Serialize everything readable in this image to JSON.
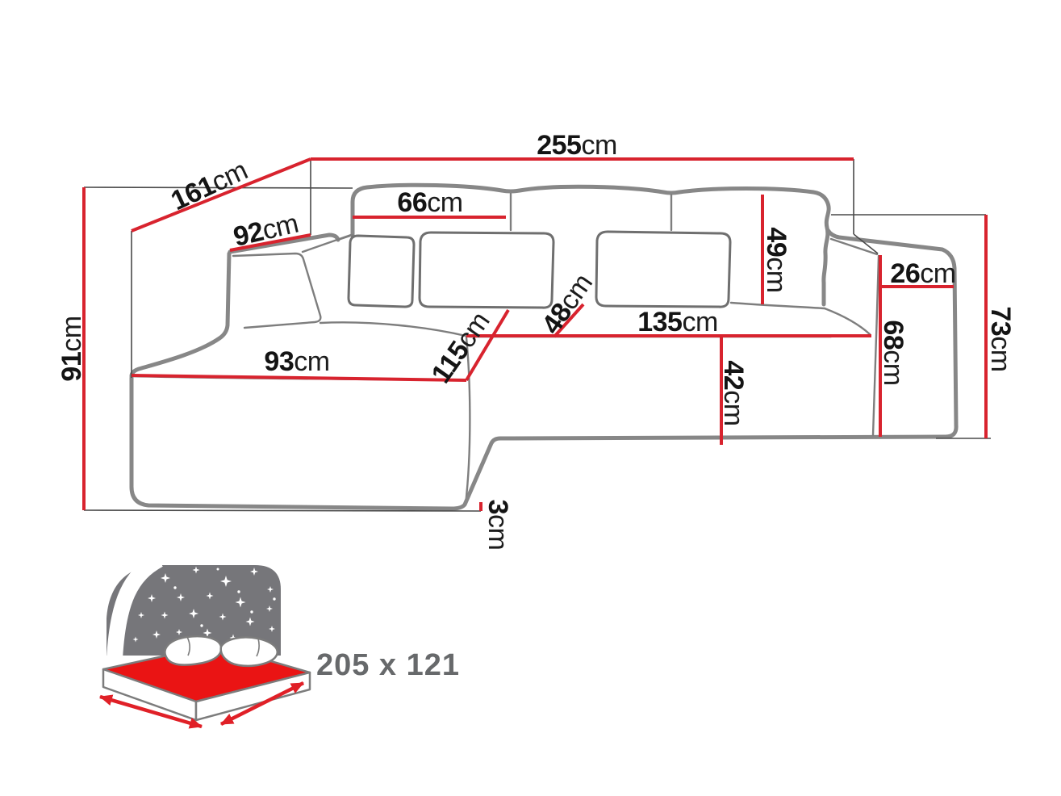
{
  "diagram": {
    "type": "furniture-dimension-diagram",
    "subject": "corner sofa with sleeping function",
    "unit": "cm",
    "dims": {
      "total_width": {
        "num": "255",
        "unit": "cm"
      },
      "total_depth": {
        "num": "161",
        "unit": "cm"
      },
      "total_height": {
        "num": "91",
        "unit": "cm"
      },
      "left_armrest_width": {
        "num": "92",
        "unit": "cm"
      },
      "back_cushion_width": {
        "num": "66",
        "unit": "cm"
      },
      "back_cushion_height": {
        "num": "49",
        "unit": "cm"
      },
      "right_armrest_top_width": {
        "num": "26",
        "unit": "cm"
      },
      "right_side_height": {
        "num": "73",
        "unit": "cm"
      },
      "right_armrest_height": {
        "num": "68",
        "unit": "cm"
      },
      "seat_width": {
        "num": "135",
        "unit": "cm"
      },
      "seat_front_height": {
        "num": "42",
        "unit": "cm"
      },
      "seat_depth": {
        "num": "48",
        "unit": "cm"
      },
      "chaise_length": {
        "num": "115",
        "unit": "cm"
      },
      "chaise_width": {
        "num": "93",
        "unit": "cm"
      },
      "floor_clearance": {
        "num": "3",
        "unit": "cm"
      }
    },
    "sleeping_area": {
      "label": "205 x 121",
      "icon": "sofa-bed-night-icon"
    },
    "colors": {
      "dimension_line_red": "#d8232e",
      "sofa_outline_gray": "#878787",
      "mattress_red": "#ea1414",
      "night_panel_gray": "#76767a",
      "sleeping_text_gray": "#67696b"
    }
  }
}
